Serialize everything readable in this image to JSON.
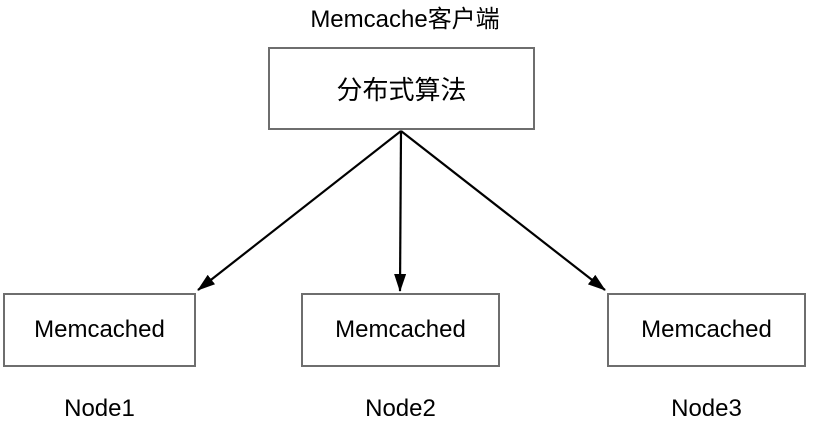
{
  "diagram": {
    "title": "Memcache客户端",
    "client_box": {
      "label": "分布式算法"
    },
    "nodes": [
      {
        "box_label": "Memcached",
        "name": "Node1"
      },
      {
        "box_label": "Memcached",
        "name": "Node2"
      },
      {
        "box_label": "Memcached",
        "name": "Node3"
      }
    ],
    "edges": [
      {
        "from": "分布式算法",
        "to": "Node1"
      },
      {
        "from": "分布式算法",
        "to": "Node2"
      },
      {
        "from": "分布式算法",
        "to": "Node3"
      }
    ],
    "colors": {
      "background": "#ffffff",
      "box_border": "#6e6e6e",
      "arrow": "#000000",
      "text": "#000000"
    }
  }
}
